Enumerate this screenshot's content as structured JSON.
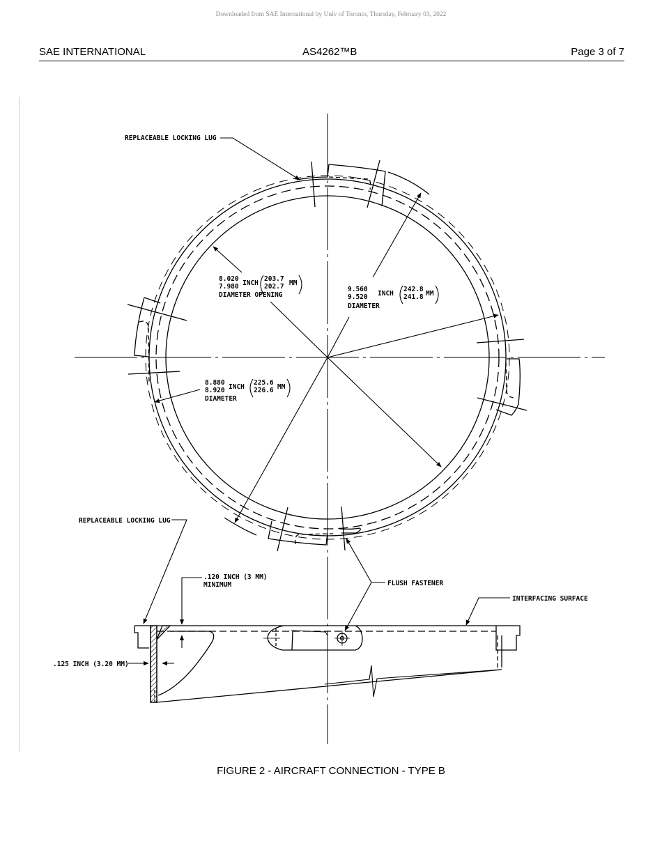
{
  "watermark": "Downloaded from SAE International by Univ of Toronto, Thursday, February 03, 2022",
  "header": {
    "left": "SAE INTERNATIONAL",
    "center": "AS4262™B",
    "right": "Page 3 of 7"
  },
  "figure": {
    "caption": "FIGURE 2 - AIRCRAFT CONNECTION - TYPE B",
    "labels": {
      "lug_top": "REPLACEABLE LOCKING LUG",
      "lug_bottom": "REPLACEABLE LOCKING LUG",
      "opening": {
        "inch_max": "8.020",
        "inch_min": "7.980",
        "unit_inch": "INCH",
        "mm_max": "203.7",
        "mm_min": "202.7",
        "unit_mm": "MM",
        "desc": "DIAMETER OPENING"
      },
      "outer": {
        "inch_max": "9.560",
        "inch_min": "9.520",
        "unit_inch": "INCH",
        "mm_max": "242.8",
        "mm_min": "241.8",
        "unit_mm": "MM",
        "desc": "DIAMETER"
      },
      "middle": {
        "inch_max": "8.880",
        "inch_min": "8.920",
        "unit_inch": "INCH",
        "mm_max": "225.6",
        "mm_min": "226.6",
        "unit_mm": "MM",
        "desc": "DIAMETER"
      },
      "min_thickness_line1": ".120 INCH (3 MM)",
      "min_thickness_line2": "MINIMUM",
      "flush_fastener": "FLUSH FASTENER",
      "interfacing_surface": "INTERFACING SURFACE",
      "wall_thickness": ".125 INCH (3.20 MM)"
    }
  }
}
